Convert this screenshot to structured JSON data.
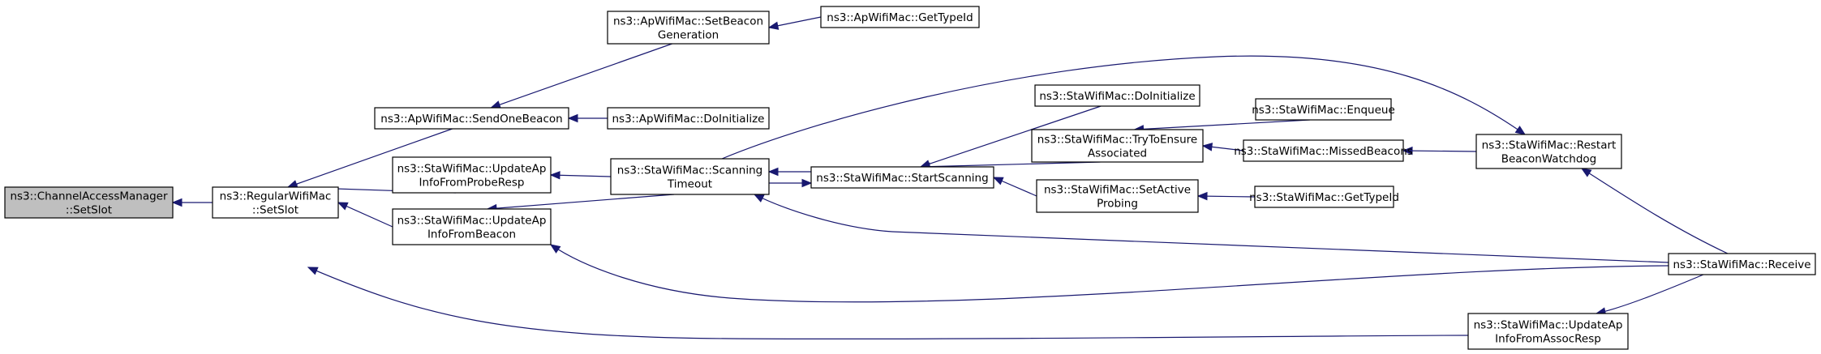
{
  "colors": {
    "edge": "#191970",
    "root_fill": "#bfbfbf",
    "node_fill": "#ffffff",
    "node_stroke": "#000000"
  },
  "nodes": [
    {
      "id": "n0",
      "lines": [
        "ns3::ChannelAccessManager",
        "::SetSlot"
      ],
      "root": true
    },
    {
      "id": "n1",
      "lines": [
        "ns3::RegularWifiMac",
        "::SetSlot"
      ]
    },
    {
      "id": "n2",
      "lines": [
        "ns3::ApWifiMac::SendOneBeacon"
      ]
    },
    {
      "id": "n3",
      "lines": [
        "ns3::StaWifiMac::UpdateAp",
        "InfoFromProbeResp"
      ]
    },
    {
      "id": "n4",
      "lines": [
        "ns3::StaWifiMac::UpdateAp",
        "InfoFromBeacon"
      ]
    },
    {
      "id": "n5",
      "lines": [
        "ns3::ApWifiMac::SetBeacon",
        "Generation"
      ]
    },
    {
      "id": "n6",
      "lines": [
        "ns3::ApWifiMac::DoInitialize"
      ]
    },
    {
      "id": "n7",
      "lines": [
        "ns3::StaWifiMac::Scanning",
        "Timeout"
      ]
    },
    {
      "id": "n8",
      "lines": [
        "ns3::ApWifiMac::GetTypeId"
      ]
    },
    {
      "id": "n9",
      "lines": [
        "ns3::StaWifiMac::StartScanning"
      ]
    },
    {
      "id": "n10",
      "lines": [
        "ns3::StaWifiMac::DoInitialize"
      ]
    },
    {
      "id": "n11",
      "lines": [
        "ns3::StaWifiMac::TryToEnsure",
        "Associated"
      ]
    },
    {
      "id": "n12",
      "lines": [
        "ns3::StaWifiMac::SetActive",
        "Probing"
      ]
    },
    {
      "id": "n13",
      "lines": [
        "ns3::StaWifiMac::Enqueue"
      ]
    },
    {
      "id": "n14",
      "lines": [
        "ns3::StaWifiMac::MissedBeacons"
      ]
    },
    {
      "id": "n15",
      "lines": [
        "ns3::StaWifiMac::GetTypeId"
      ]
    },
    {
      "id": "n16",
      "lines": [
        "ns3::StaWifiMac::Restart",
        "BeaconWatchdog"
      ]
    },
    {
      "id": "n17",
      "lines": [
        "ns3::StaWifiMac::Receive"
      ]
    },
    {
      "id": "n18",
      "lines": [
        "ns3::StaWifiMac::UpdateAp",
        "InfoFromAssocResp"
      ]
    }
  ],
  "edges": [
    {
      "from": "n1",
      "to": "n0"
    },
    {
      "from": "n2",
      "to": "n1"
    },
    {
      "from": "n3",
      "to": "n1"
    },
    {
      "from": "n4",
      "to": "n1"
    },
    {
      "from": "n18",
      "to": "n1"
    },
    {
      "from": "n5",
      "to": "n2"
    },
    {
      "from": "n6",
      "to": "n2"
    },
    {
      "from": "n8",
      "to": "n5"
    },
    {
      "from": "n7",
      "to": "n3"
    },
    {
      "from": "n7",
      "to": "n4"
    },
    {
      "from": "n17",
      "to": "n4"
    },
    {
      "from": "n9",
      "to": "n7"
    },
    {
      "from": "n17",
      "to": "n7"
    },
    {
      "from": "n7",
      "to": "n9"
    },
    {
      "from": "n10",
      "to": "n9"
    },
    {
      "from": "n11",
      "to": "n9"
    },
    {
      "from": "n12",
      "to": "n9"
    },
    {
      "from": "n13",
      "to": "n11"
    },
    {
      "from": "n14",
      "to": "n11"
    },
    {
      "from": "n15",
      "to": "n12"
    },
    {
      "from": "n16",
      "to": "n14"
    },
    {
      "from": "n7",
      "to": "n16"
    },
    {
      "from": "n17",
      "to": "n16"
    },
    {
      "from": "n17",
      "to": "n18"
    }
  ]
}
